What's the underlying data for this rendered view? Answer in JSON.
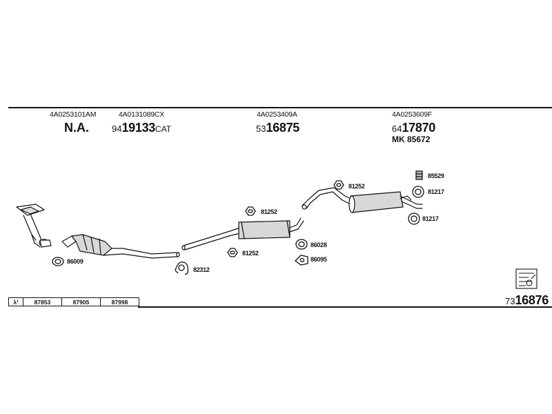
{
  "header": {
    "columns": [
      {
        "code": "4A0253101AM",
        "part_main": "N.A.",
        "part_prefix": "",
        "part_suffix": ""
      },
      {
        "code": "4A0131089CX",
        "part_prefix": "94",
        "part_main": "19133",
        "part_suffix": "CAT"
      },
      {
        "code": "4A0253409A",
        "part_prefix": "53",
        "part_main": "16875",
        "part_suffix": ""
      },
      {
        "code": "4A0253609F",
        "part_prefix": "64",
        "part_main": "17870",
        "part_suffix": "",
        "mk": "MK  85672"
      }
    ]
  },
  "parts": {
    "p86009": "86009",
    "p82312": "82312",
    "p81252_a": "81252",
    "p81252_b": "81252",
    "p81252_c": "81252",
    "p86028": "86028",
    "p86095": "86095",
    "p85529": "85529",
    "p81217_a": "81217",
    "p81217_b": "81217"
  },
  "footer": {
    "lambda_symbol": "λ¹",
    "lambda_values": [
      "87853",
      "87905",
      "87998"
    ],
    "diagram_prefix": "73",
    "diagram_number": "16876"
  },
  "icons": [
    "catalog-book-icon"
  ],
  "colors": {
    "ink": "#111111",
    "paper": "#ffffff",
    "shade": "#9a9a9a"
  }
}
